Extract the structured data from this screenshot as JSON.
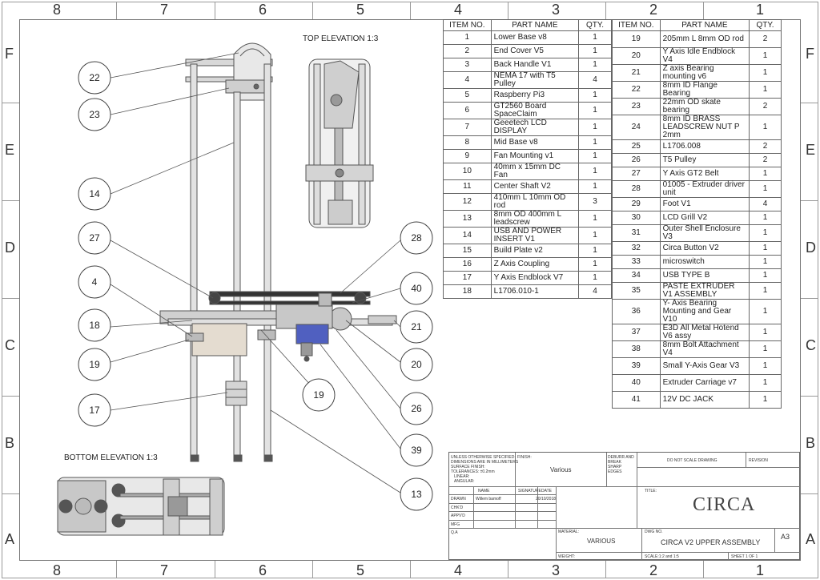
{
  "zones": {
    "columns": [
      "8",
      "7",
      "6",
      "5",
      "4",
      "3",
      "2",
      "1"
    ],
    "rows": [
      "F",
      "E",
      "D",
      "C",
      "B",
      "A"
    ]
  },
  "views": {
    "top_elevation": "TOP ELEVATION 1:3",
    "bottom_elevation": "BOTTOM ELEVATION 1:3"
  },
  "balloons": [
    "22",
    "23",
    "14",
    "27",
    "4",
    "18",
    "19",
    "17",
    "28",
    "40",
    "21",
    "20",
    "19",
    "26",
    "39",
    "13"
  ],
  "bom": {
    "headers": [
      "ITEM NO.",
      "PART NAME",
      "QTY."
    ],
    "left_rows": [
      {
        "item": "1",
        "name": "Lower Base v8",
        "qty": "1"
      },
      {
        "item": "2",
        "name": "End Cover V5",
        "qty": "1"
      },
      {
        "item": "3",
        "name": "Back Handle  V1",
        "qty": "1"
      },
      {
        "item": "4",
        "name": "NEMA 17 with T5 Pulley",
        "qty": "4"
      },
      {
        "item": "5",
        "name": "Raspberry Pi3",
        "qty": "1"
      },
      {
        "item": "6",
        "name": "GT2560 Board SpaceClaim",
        "qty": "1"
      },
      {
        "item": "7",
        "name": "Geeetech LCD DISPLAY",
        "qty": "1"
      },
      {
        "item": "8",
        "name": "Mid Base v8",
        "qty": "1"
      },
      {
        "item": "9",
        "name": "Fan Mounting v1",
        "qty": "1"
      },
      {
        "item": "10",
        "name": "40mm x 15mm DC Fan",
        "qty": "1"
      },
      {
        "item": "11",
        "name": "Center Shaft V2",
        "qty": "1"
      },
      {
        "item": "12",
        "name": "410mm L 10mm OD rod",
        "qty": "3"
      },
      {
        "item": "13",
        "name": "8mm OD 400mm L leadscrew",
        "qty": "1"
      },
      {
        "item": "14",
        "name": "USB AND POWER INSERT V1",
        "qty": "1"
      },
      {
        "item": "15",
        "name": "Build Plate v2",
        "qty": "1"
      },
      {
        "item": "16",
        "name": "Z Axis Coupling",
        "qty": "1"
      },
      {
        "item": "17",
        "name": "Y Axis Endblock V7",
        "qty": "1"
      },
      {
        "item": "18",
        "name": "L1706.010-1",
        "qty": "4"
      }
    ],
    "right_rows": [
      {
        "item": "19",
        "name": "205mm L 8mm OD rod",
        "qty": "2"
      },
      {
        "item": "20",
        "name": "Y Axis Idle Endblock V4",
        "qty": "1"
      },
      {
        "item": "21",
        "name": "Z axis Bearing mounting v6",
        "qty": "1"
      },
      {
        "item": "22",
        "name": "8mm ID Flange Bearing",
        "qty": "1"
      },
      {
        "item": "23",
        "name": "22mm OD skate bearing",
        "qty": "2"
      },
      {
        "item": "24",
        "name": "8mm ID BRASS LEADSCREW NUT P 2mm",
        "qty": "1"
      },
      {
        "item": "25",
        "name": "L1706.008",
        "qty": "2"
      },
      {
        "item": "26",
        "name": "T5 Pulley",
        "qty": "2"
      },
      {
        "item": "27",
        "name": "Y Axis GT2 Belt",
        "qty": "1"
      },
      {
        "item": "28",
        "name": "01005 - Extruder driver unit",
        "qty": "1"
      },
      {
        "item": "29",
        "name": "Foot V1",
        "qty": "4"
      },
      {
        "item": "30",
        "name": "LCD Grill V2",
        "qty": "1"
      },
      {
        "item": "31",
        "name": "Outer Shell Enclosure V3",
        "qty": "1"
      },
      {
        "item": "32",
        "name": "Circa Button V2",
        "qty": "1"
      },
      {
        "item": "33",
        "name": "microswitch",
        "qty": "1"
      },
      {
        "item": "34",
        "name": "USB TYPE B",
        "qty": "1"
      },
      {
        "item": "35",
        "name": "PASTE EXTRUDER V1 ASSEMBLY",
        "qty": "1"
      },
      {
        "item": "36",
        "name": "Y- Axis Bearing Mounting and Gear V10",
        "qty": "1"
      },
      {
        "item": "37",
        "name": "E3D All Metal Hotend V6 assy",
        "qty": "1"
      },
      {
        "item": "38",
        "name": "8mm Bolt Attachment V4",
        "qty": "1"
      },
      {
        "item": "39",
        "name": "Small Y-Axis Gear V3",
        "qty": "1"
      },
      {
        "item": "40",
        "name": "Extruder Carriage v7",
        "qty": "1"
      },
      {
        "item": "41",
        "name": "12V DC JACK",
        "qty": "1"
      }
    ]
  },
  "title_block": {
    "notes_1": "UNLESS OTHERWISE SPECIFIED:",
    "notes_2": "DIMENSIONS ARE IN MILLIMETERS",
    "notes_3": "SURFACE FINISH:",
    "notes_4": "TOLERANCES:   ±0.2mm",
    "notes_5": "LINEAR:",
    "notes_6": "ANGULAR:",
    "finish_label": "FINISH:",
    "finish_value": "Various",
    "deburr": "DEBURR AND BREAK SHARP EDGES",
    "do_not_scale": "DO NOT SCALE DRAWING",
    "revision": "REVISION",
    "col_name": "NAME",
    "col_signature": "SIGNATURE",
    "col_date": "DATE",
    "drawn_label": "DRAWN",
    "drawn_name": "Willem bamoff",
    "drawn_date": "20/10/2018",
    "chkd_label": "CHK'D",
    "appvd_label": "APPV'D",
    "mfg_label": "MFG",
    "qa_label": "Q.A",
    "material_label": "MATERIAL:",
    "material_value": "VARIOUS",
    "title_label": "TITLE:",
    "logo_text": "CIRCA",
    "dwg_label": "DWG NO.",
    "dwg_value": "CIRCA V2 UPPER ASSEMBLY",
    "size_value": "A3",
    "weight_label": "WEIGHT:",
    "scale_value": "SCALE:1:2 and 1:5",
    "sheet_value": "SHEET 1 OF 1"
  }
}
